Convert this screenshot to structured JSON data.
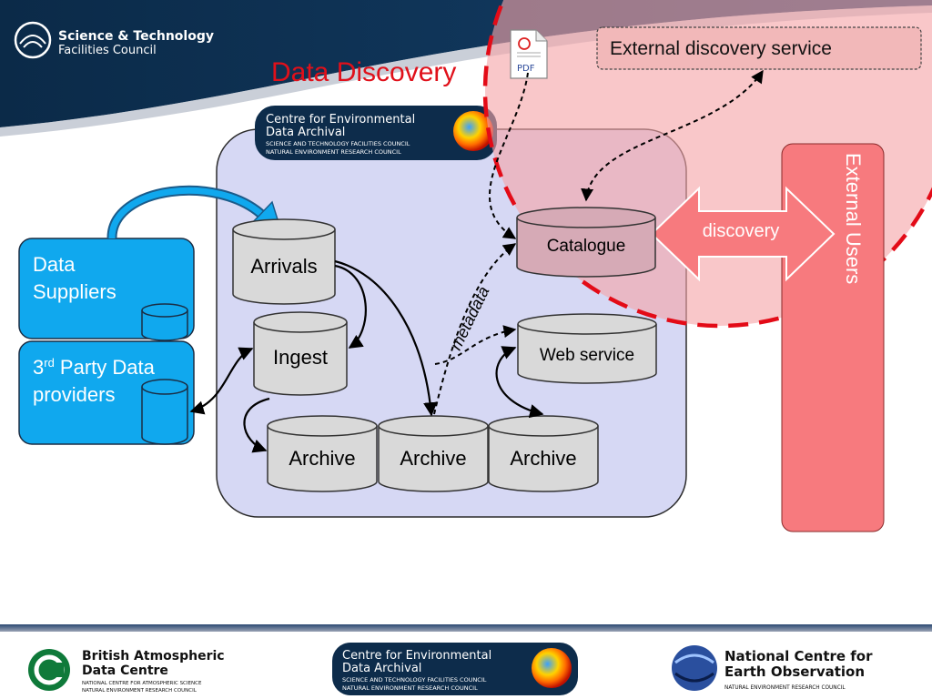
{
  "header": {
    "org_line1": "Science & Technology",
    "org_line2": "Facilities Council"
  },
  "slide_title": "Data Discovery",
  "cedaLogo": {
    "line1": "Centre for Environmental",
    "line2": "Data Archival",
    "line3": "SCIENCE AND TECHNOLOGY FACILITIES COUNCIL",
    "line4": "NATURAL ENVIRONMENT RESEARCH COUNCIL"
  },
  "pdf_icon_label": "PDF",
  "external_service": "External discovery service",
  "suppliers": {
    "data_suppliers_line1": "Data",
    "data_suppliers_line2": "Suppliers",
    "third_party_sup": "rd",
    "third_party_line1_a": "3",
    "third_party_line1_b": " Party Data",
    "third_party_line2": "providers"
  },
  "stores": {
    "arrivals": "Arrivals",
    "ingest": "Ingest",
    "archive1": "Archive",
    "archive2": "Archive",
    "archive3": "Archive",
    "catalogue": "Catalogue",
    "web_service": "Web service"
  },
  "metadata_label": "metadata",
  "discovery_label": "discovery",
  "external_users": "External Users",
  "footer": {
    "badc_line1": "British Atmospheric",
    "badc_line2": "Data Centre",
    "badc_line3": "NATIONAL CENTRE FOR ATMOSPHERIC SCIENCE",
    "badc_line4": "NATURAL ENVIRONMENT RESEARCH COUNCIL",
    "neodc_line1": "National Centre for",
    "neodc_line2": "Earth Observation",
    "neodc_line3": "NATURAL ENVIRONMENT RESEARCH COUNCIL"
  },
  "colors": {
    "header_navy": "#0d2c4b",
    "title_red": "#e0101a",
    "ceda_panel": "#d6d8f4",
    "supplier_blue": "#10a8ee",
    "highlight_pink": "#f6a5a8",
    "users_red": "#f77a7e",
    "store_gray": "#d9d9d9"
  }
}
